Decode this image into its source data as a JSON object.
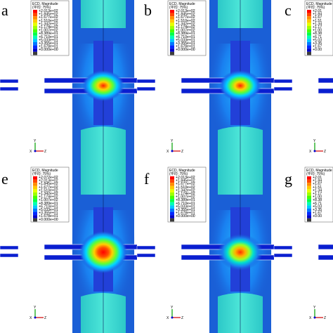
{
  "panels": [
    {
      "letter": "a",
      "legend": "full",
      "max_label": "",
      "hot": "small"
    },
    {
      "letter": "b",
      "legend": "full",
      "max_label": "",
      "hot": "small"
    },
    {
      "letter": "c",
      "legend": "partial",
      "max_label": "",
      "hot": "small"
    },
    {
      "letter": "e",
      "legend": "full",
      "max_label": "+2.072e+02",
      "hot": "large"
    },
    {
      "letter": "f",
      "legend": "full",
      "max_label": "",
      "hot": "medium"
    },
    {
      "letter": "g",
      "legend": "partial",
      "max_label": "",
      "hot": "medium"
    }
  ],
  "legend": {
    "title_line1": "ECD, Magnitude",
    "title_line2": "(平均: 75%)",
    "values": [
      "+2.013e+02",
      "+1.845e+02",
      "+1.677e+02",
      "+1.510e+02",
      "+1.342e+02",
      "+1.174e+02",
      "+1.007e+02",
      "+8.389e+01",
      "+6.710e+01",
      "+5.033e+01",
      "+3.355e+01",
      "+1.678e+01",
      "+0.000e+00"
    ],
    "partial_values": [
      "+2.01",
      "+1.84",
      "+1.67",
      "+1.51",
      "+1.34",
      "+1.17",
      "+1.00",
      "+8.38",
      "+6.71",
      "+5.03",
      "+3.35",
      "+1.67",
      "+0.00"
    ],
    "colors": [
      "#ff0000",
      "#ff4600",
      "#ff8c00",
      "#ffc800",
      "#e6ff00",
      "#a0ff00",
      "#46ff00",
      "#00ff46",
      "#00ffb4",
      "#00c8ff",
      "#0078ff",
      "#0028ff",
      "#0000c8",
      "#3c3c3c"
    ]
  },
  "axis": {
    "x": "X",
    "y": "Y",
    "z": "Z"
  },
  "colors": {
    "background": "#1a5fd6",
    "electrode": "#3ad6d0",
    "sheet": "#0a1fd0"
  }
}
